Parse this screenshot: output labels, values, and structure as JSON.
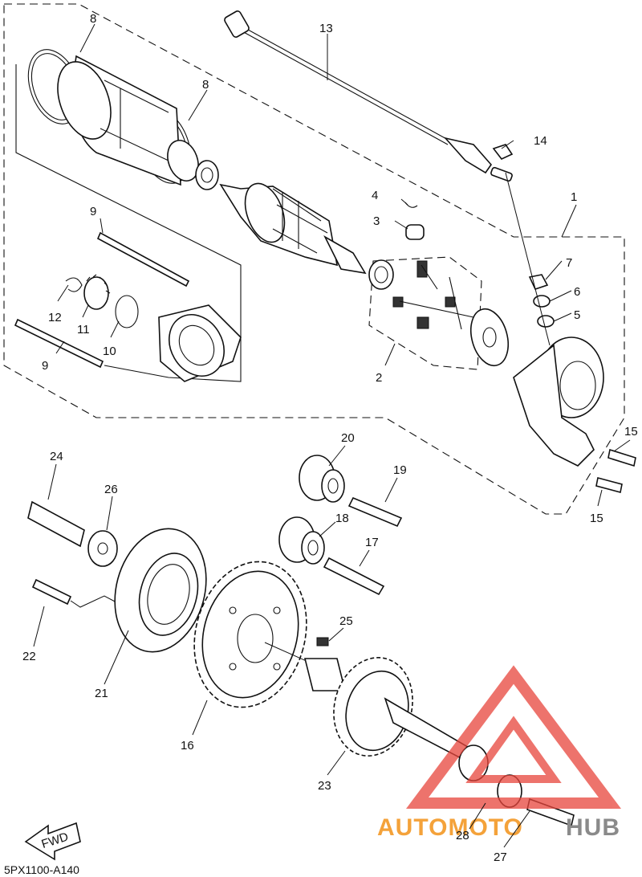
{
  "diagram": {
    "code": "5PX1100-A140",
    "fwd_label": "FWD",
    "watermark": {
      "part1": "AUTOMOTO",
      "part2": "HUB",
      "color1": "#f4a23a",
      "color2": "#8a8a8a",
      "logo_color": "#e8453c"
    },
    "callouts": [
      "1",
      "2",
      "3",
      "4",
      "5",
      "6",
      "7",
      "8",
      "8",
      "9",
      "9",
      "10",
      "11",
      "12",
      "13",
      "14",
      "15",
      "15",
      "16",
      "17",
      "18",
      "19",
      "20",
      "21",
      "22",
      "23",
      "24",
      "25",
      "26",
      "27",
      "28"
    ]
  }
}
